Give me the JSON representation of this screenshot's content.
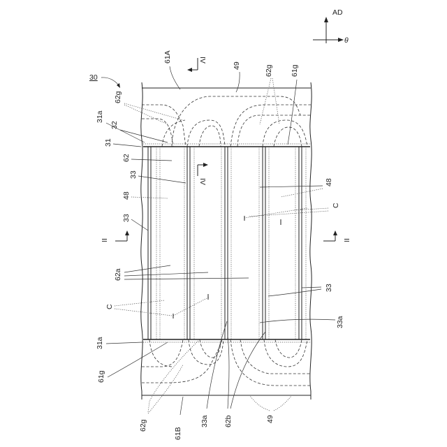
{
  "figure": {
    "ref_number": "30",
    "direction": {
      "axial": "AD",
      "circumferential": "θ"
    },
    "section_marks": {
      "II": "II",
      "IV": "IV"
    },
    "labels": {
      "61A": "61A",
      "61B": "61B",
      "49": "49",
      "62g": "62g",
      "61g": "61g",
      "31a": "31a",
      "32": "32",
      "31": "31",
      "62": "62",
      "33": "33",
      "48": "48",
      "C": "C",
      "62a": "62a",
      "33a": "33a",
      "62b": "62b"
    }
  }
}
